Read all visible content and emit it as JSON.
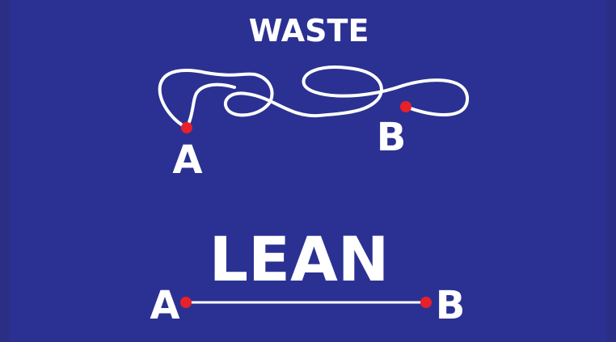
{
  "background_color": "#2B3192",
  "accent_color": "#E8202A",
  "text_color": "#FFFFFF",
  "waste": {
    "title": "WASTE",
    "start_label": "A",
    "end_label": "B"
  },
  "lean": {
    "title": "LEAN",
    "start_label": "A",
    "end_label": "B"
  }
}
